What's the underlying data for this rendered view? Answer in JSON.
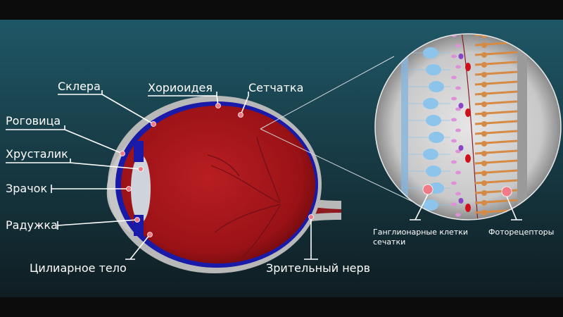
{
  "labels": {
    "sclera": "Склера",
    "choroid": "Хориоидея",
    "retina": "Сетчатка",
    "cornea": "Роговица",
    "lens": "Хрусталик",
    "pupil": "Зрачок",
    "iris": "Радужка",
    "ciliary_body": "Цилиарное тело",
    "optic_nerve": "Зрительный нерв"
  },
  "zoom_labels": {
    "ganglion_line1": "Ганглионарные клетки",
    "ganglion_line2": "сечатки",
    "photoreceptors": "Фоторецепторы"
  },
  "colors": {
    "background_top": "#1f5766",
    "background_bottom": "#0f1d22",
    "sclera": "#b8b8b8",
    "choroid": "#1a1aa8",
    "eyeball": "#a8161a",
    "marker": "#f07a86",
    "ganglion_cells": "#8cc4ec",
    "photoreceptors": "#d58a45"
  }
}
